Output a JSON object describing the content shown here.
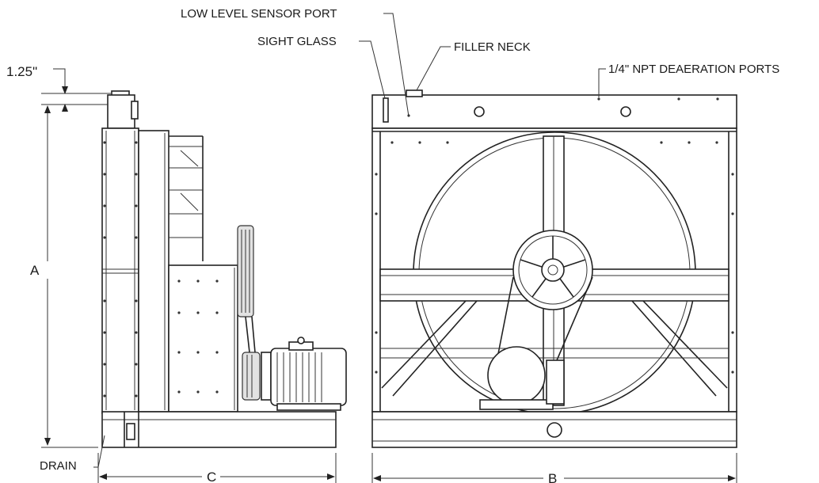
{
  "callouts": {
    "low_level_sensor_port": "LOW LEVEL SENSOR PORT",
    "sight_glass": "SIGHT GLASS",
    "filler_neck": "FILLER NECK",
    "deaeration_ports": "1/4\" NPT DEAERATION PORTS",
    "drain": "DRAIN"
  },
  "dimensions": {
    "offset": "1.25\"",
    "height": "A",
    "width_side": "C",
    "width_front": "B"
  }
}
